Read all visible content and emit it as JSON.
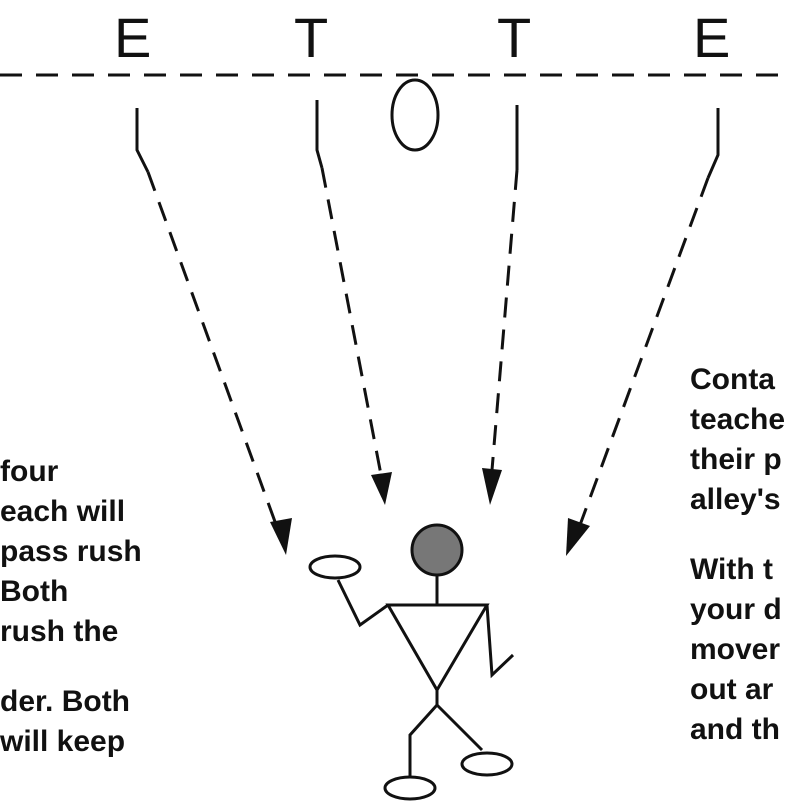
{
  "positions": [
    {
      "label": "E"
    },
    {
      "label": "T"
    },
    {
      "label": "T"
    },
    {
      "label": "E"
    }
  ],
  "left_text": {
    "lines": [
      "four",
      "each will",
      "pass rush",
      "Both",
      "rush the",
      "",
      "der. Both",
      "will keep"
    ]
  },
  "right_text": {
    "lines": [
      "Conta",
      "teache",
      "their p",
      "alley's",
      "",
      "With t",
      "your d",
      "mover",
      "out ar",
      "and th"
    ]
  },
  "colors": {
    "line": "#111111",
    "head_fill": "#777777",
    "background": "#ffffff"
  }
}
